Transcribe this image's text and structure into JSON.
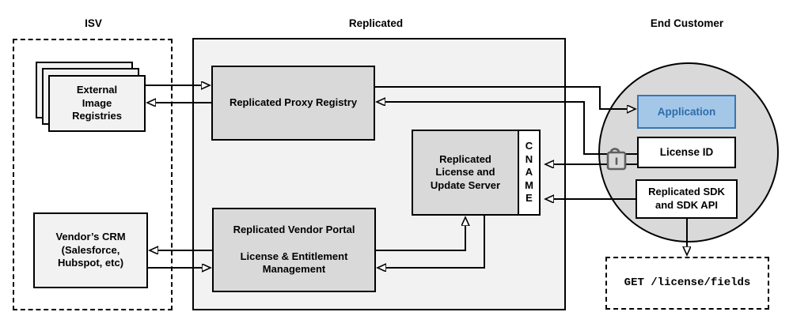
{
  "colors": {
    "line": "#000000",
    "container_fill": "#f2f2f2",
    "box_fill": "#d9d9d9",
    "light_fill": "#f2f2f2",
    "circle_fill": "#d9d9d9",
    "cname_fill": "#ffffff",
    "app_fill": "#a4c7e8",
    "app_stroke": "#3876b4",
    "app_text": "#2d6cab",
    "lock": "#5f5f5f"
  },
  "headers": {
    "isv": "ISV",
    "replicated": "Replicated",
    "end_customer": "End Customer"
  },
  "isv": {
    "registries_label": "External\nImage\nRegistries",
    "crm_label": "Vendor’s CRM\n(Salesforce,\nHubspot, etc)"
  },
  "replicated": {
    "proxy_label": "Replicated Proxy Registry",
    "license_server_label": "Replicated\nLicense and\nUpdate Server",
    "cname_label": "C\nN\nA\nM\nE",
    "portal_label": "Replicated Vendor Portal\n\nLicense & Entitlement\nManagement"
  },
  "end_customer": {
    "application_label": "Application",
    "license_id_label": "License ID",
    "sdk_label": "Replicated SDK\nand SDK API",
    "api_request": "GET /license/fields"
  }
}
